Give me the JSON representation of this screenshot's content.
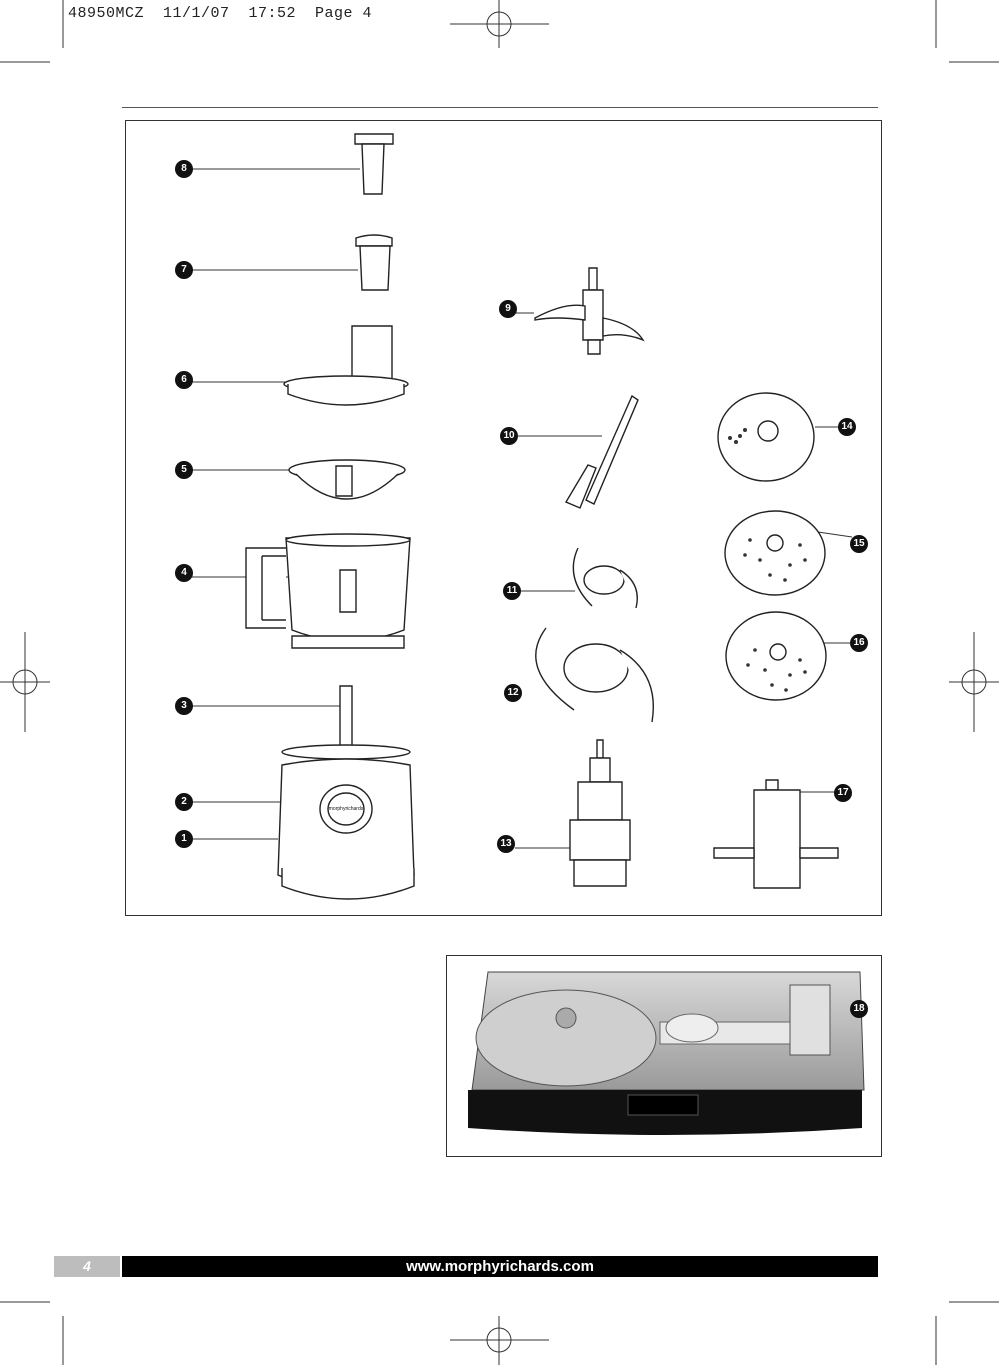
{
  "print_header": "48950MCZ  11/1/07  17:52  Page 4",
  "parts": {
    "labels": [
      "1",
      "2",
      "3",
      "4",
      "5",
      "6",
      "7",
      "8",
      "9",
      "10",
      "11",
      "12",
      "13",
      "14",
      "15",
      "16",
      "17",
      "18"
    ]
  },
  "base_brand": "morphyrichards",
  "footer": {
    "page_number": "4",
    "website": "www.morphyrichards.com"
  },
  "colors": {
    "footer_bar": "#000000",
    "page_tab": "#bdbdbd"
  }
}
